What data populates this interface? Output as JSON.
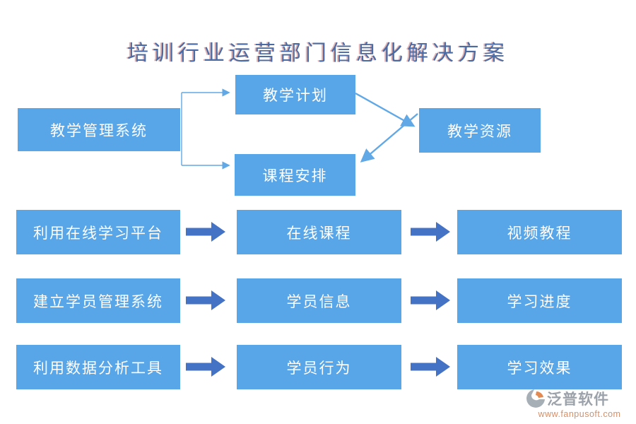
{
  "title": "培训行业运营部门信息化解决方案",
  "top_flow": {
    "system": "教学管理系统",
    "plan": "教学计划",
    "schedule": "课程安排",
    "resource": "教学资源"
  },
  "rows": [
    {
      "left": "利用在线学习平台",
      "middle": "在线课程",
      "right": "视频教程"
    },
    {
      "left": "建立学员管理系统",
      "middle": "学员信息",
      "right": "学习进度"
    },
    {
      "left": "利用数据分析工具",
      "middle": "学员行为",
      "right": "学习效果"
    }
  ],
  "logo": {
    "name": "泛普软件",
    "url": "www.fanpusoft.com"
  },
  "colors": {
    "box-blue": "#58a5e8",
    "arrow-blue": "#4472c4",
    "connector-blue": "#60a8e6",
    "title-color": "#4a6ba3",
    "logo-gray": "#8e969f",
    "logo-orange": "#cd8257"
  }
}
